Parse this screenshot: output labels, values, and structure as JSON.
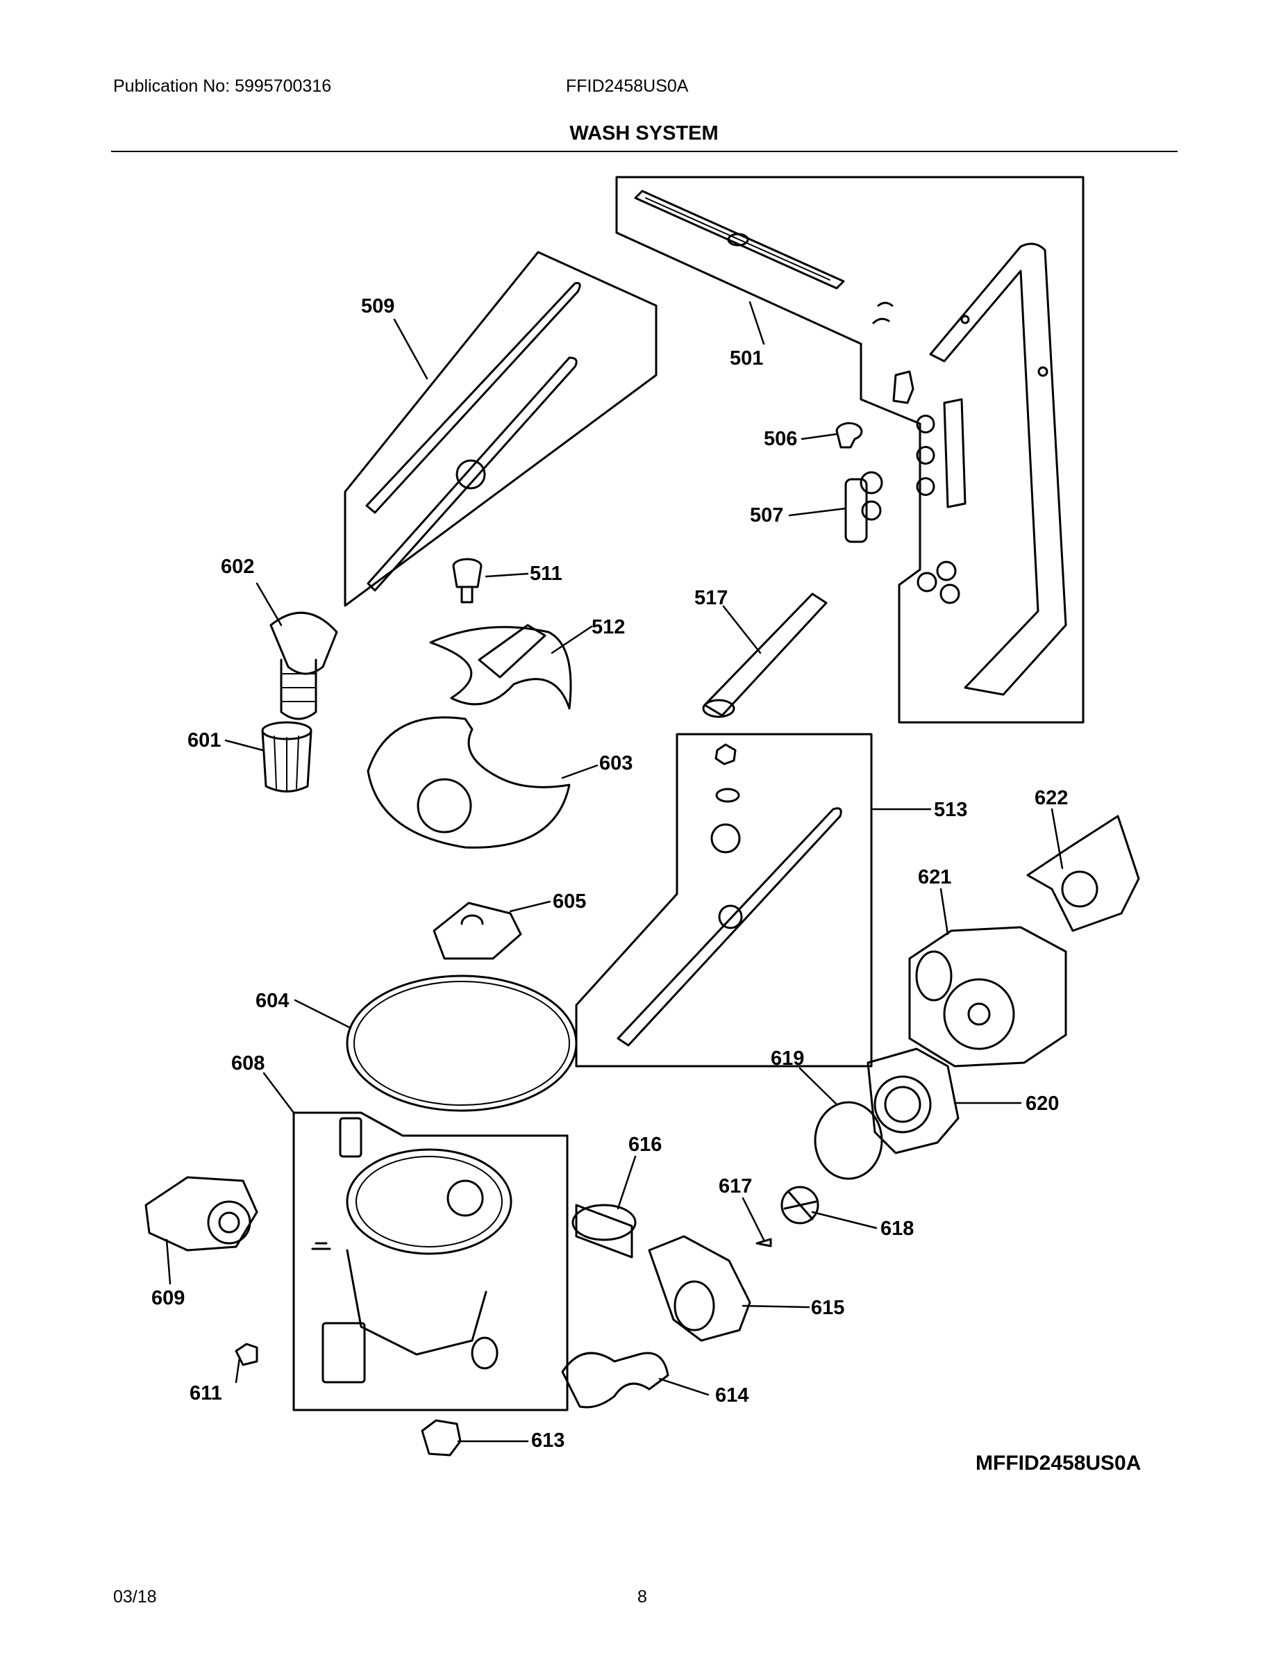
{
  "header": {
    "publication": "Publication No: 5995700316",
    "model": "FFID2458US0A",
    "section_title": "WASH SYSTEM"
  },
  "parts": [
    "509",
    "501",
    "506",
    "507",
    "602",
    "511",
    "512",
    "517",
    "601",
    "603",
    "513",
    "622",
    "621",
    "605",
    "604",
    "608",
    "619",
    "620",
    "616",
    "617",
    "618",
    "609",
    "615",
    "611",
    "614",
    "613"
  ],
  "diagram_code": "MFFID2458US0A",
  "footer": {
    "date": "03/18",
    "page": "8"
  }
}
